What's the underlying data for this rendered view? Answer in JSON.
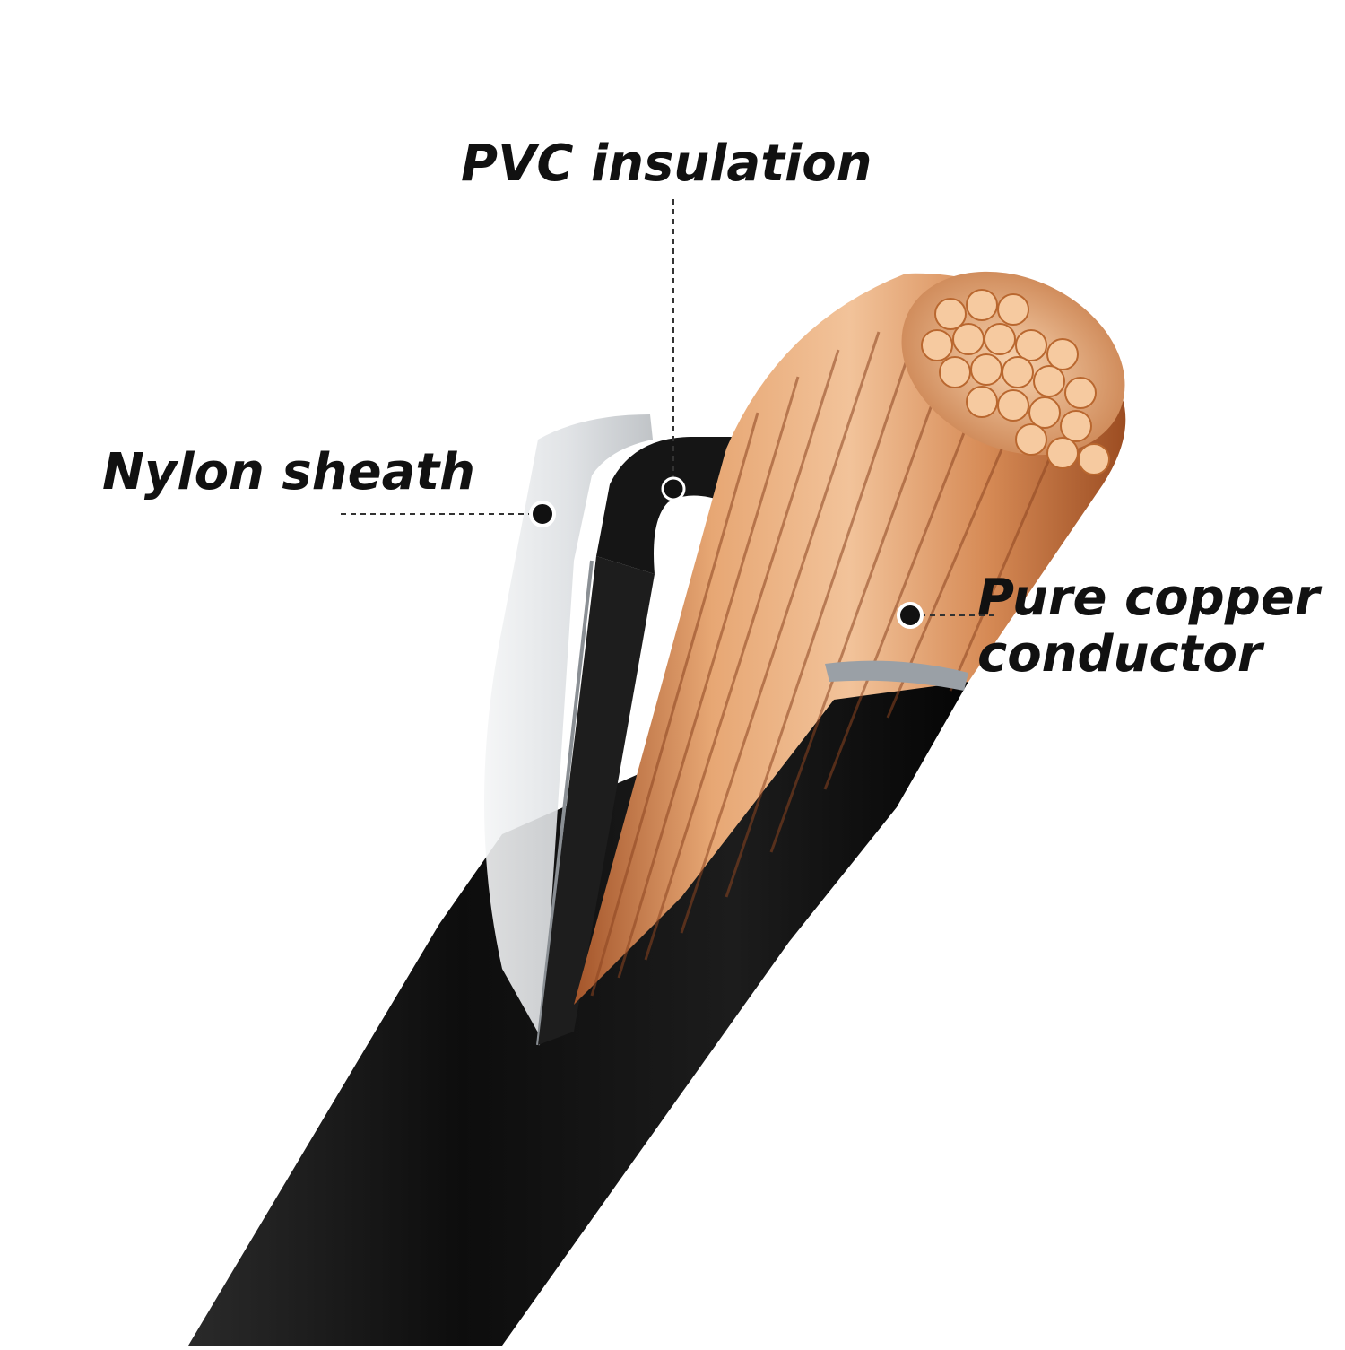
{
  "labels": {
    "pvc": "PVC insulation",
    "nylon": "Nylon sheath",
    "copper_line1": "Pure copper",
    "copper_line2": "conductor"
  },
  "colors": {
    "jacket": "#111111",
    "copper_light": "#f2c39a",
    "copper_mid": "#d68a55",
    "copper_dark": "#a4552a",
    "sheath": "#e6e9ec",
    "text": "#111111"
  }
}
